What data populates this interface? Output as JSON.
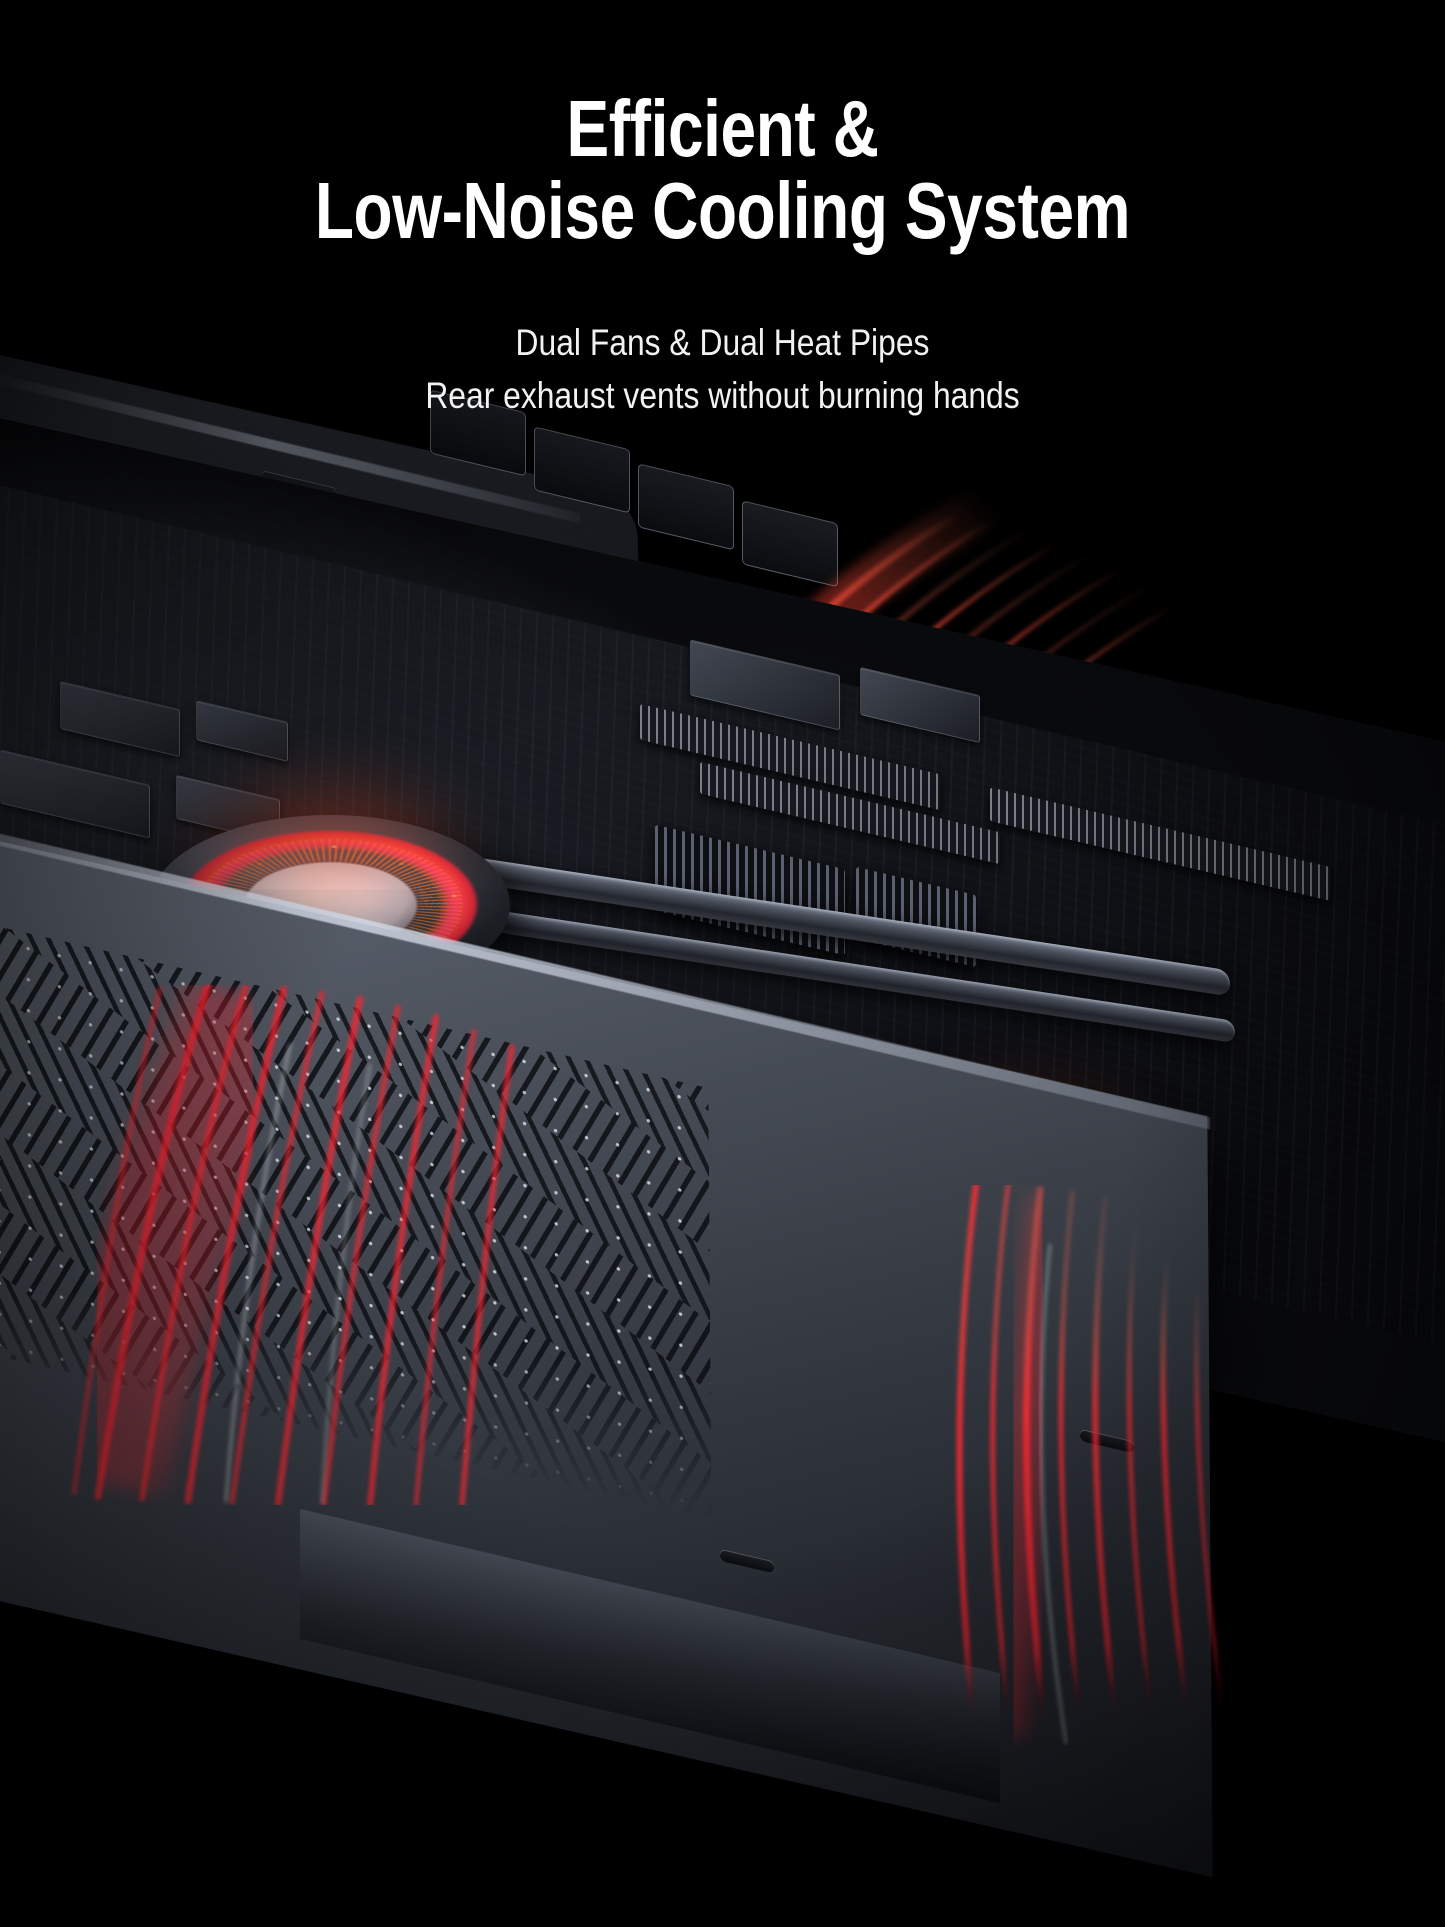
{
  "background_color": "#000000",
  "headline": {
    "line1": "Efficient &",
    "line2": "Low-Noise Cooling System",
    "color": "#ffffff"
  },
  "subtitle": {
    "line1": "Dual Fans & Dual Heat Pipes",
    "line2": "Rear exhaust vents without burning hands",
    "color": "#f2f2f2"
  },
  "product_image": {
    "subject": "laptop-internal-cooling-render",
    "view": "bottom-cover-removed-isometric",
    "components": {
      "fan_left": "cooling-fan-left",
      "fan_right": "cooling-fan-right",
      "heat_pipes": "dual-heat-pipes",
      "fin_stacks": "heatsink-fin-stack",
      "motherboard": "motherboard",
      "rear_vents": "rear-exhaust-vents",
      "bottom_cover": "bottom-cover-intake-vents"
    },
    "accent_colors": {
      "airflow_red": "#ff1f2e",
      "fan_glow_orange": "#ff5c1e",
      "fan_glow_magenta": "#ff288c",
      "rotor_white": "#ffffff",
      "chassis_gray": "#565c67"
    }
  }
}
